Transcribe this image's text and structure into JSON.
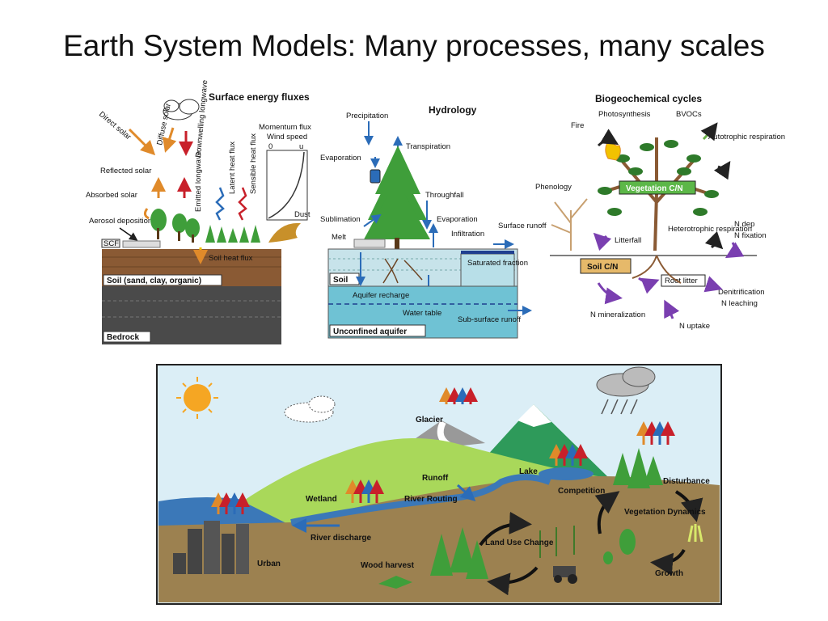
{
  "title": "Earth System Models: Many processes, many scales",
  "energy": {
    "header": "Surface energy fluxes",
    "direct_solar": "Direct solar",
    "diffuse_solar": "Diffuse solar",
    "downwelling": "Downwelling longwave",
    "reflected": "Reflected solar",
    "absorbed": "Absorbed solar",
    "emitted": "Emitted longwave",
    "latent": "Latent heat flux",
    "sensible": "Sensible heat flux",
    "momentum": "Momentum flux",
    "wind": "Wind speed",
    "zero": "0",
    "ua": "u",
    "aerosol": "Aerosol deposition",
    "dust": "Dust",
    "scf": "SCF",
    "soil_heat": "Soil heat flux",
    "soil": "Soil (sand, clay, organic)",
    "bedrock": "Bedrock"
  },
  "hydrology": {
    "header": "Hydrology",
    "precipitation": "Precipitation",
    "evaporation1": "Evaporation",
    "transpiration": "Transpiration",
    "throughfall": "Throughfall",
    "sublimation": "Sublimation",
    "evaporation2": "Evaporation",
    "infiltration": "Infiltration",
    "surface_runoff": "Surface runoff",
    "melt": "Melt",
    "saturated": "Saturated fraction",
    "soil": "Soil",
    "aquifer_recharge": "Aquifer recharge",
    "water_table": "Water table",
    "subsurface": "Sub-surface runoff",
    "unconfined": "Unconfined aquifer"
  },
  "bgc": {
    "header": "Biogeochemical cycles",
    "photosynthesis": "Photosynthesis",
    "bvocs": "BVOCs",
    "fire": "Fire",
    "autotrophic": "Autotrophic respiration",
    "phenology": "Phenology",
    "vegetation_cn": "Vegetation C/N",
    "litterfall": "Litterfall",
    "heterotrophic": "Heterotrophic respiration",
    "ndep": "N dep",
    "nfix": "N fixation",
    "soil_cn": "Soil C/N",
    "root_litter": "Root litter",
    "denitrification": "Denitrification",
    "nleaching": "N leaching",
    "nmineral": "N mineralization",
    "nuptake": "N uptake"
  },
  "landscape": {
    "glacier": "Glacier",
    "lake": "Lake",
    "runoff": "Runoff",
    "river_routing": "River Routing",
    "wetland": "Wetland",
    "competition": "Competition",
    "disturbance": "Disturbance",
    "veg_dynamics": "Vegetation Dynamics",
    "land_use": "Land Use Change",
    "river_discharge": "River discharge",
    "urban": "Urban",
    "wood_harvest": "Wood harvest",
    "growth": "Growth"
  },
  "colors": {
    "soil": "#8a5a34",
    "bedrock": "#4a4a4a",
    "tree": "#3f9e3a",
    "water": "#3b78b8",
    "land": "#a9d85a",
    "ground": "#9c8150",
    "veg_box": "#5cb748",
    "soil_box": "#e6b96a"
  }
}
